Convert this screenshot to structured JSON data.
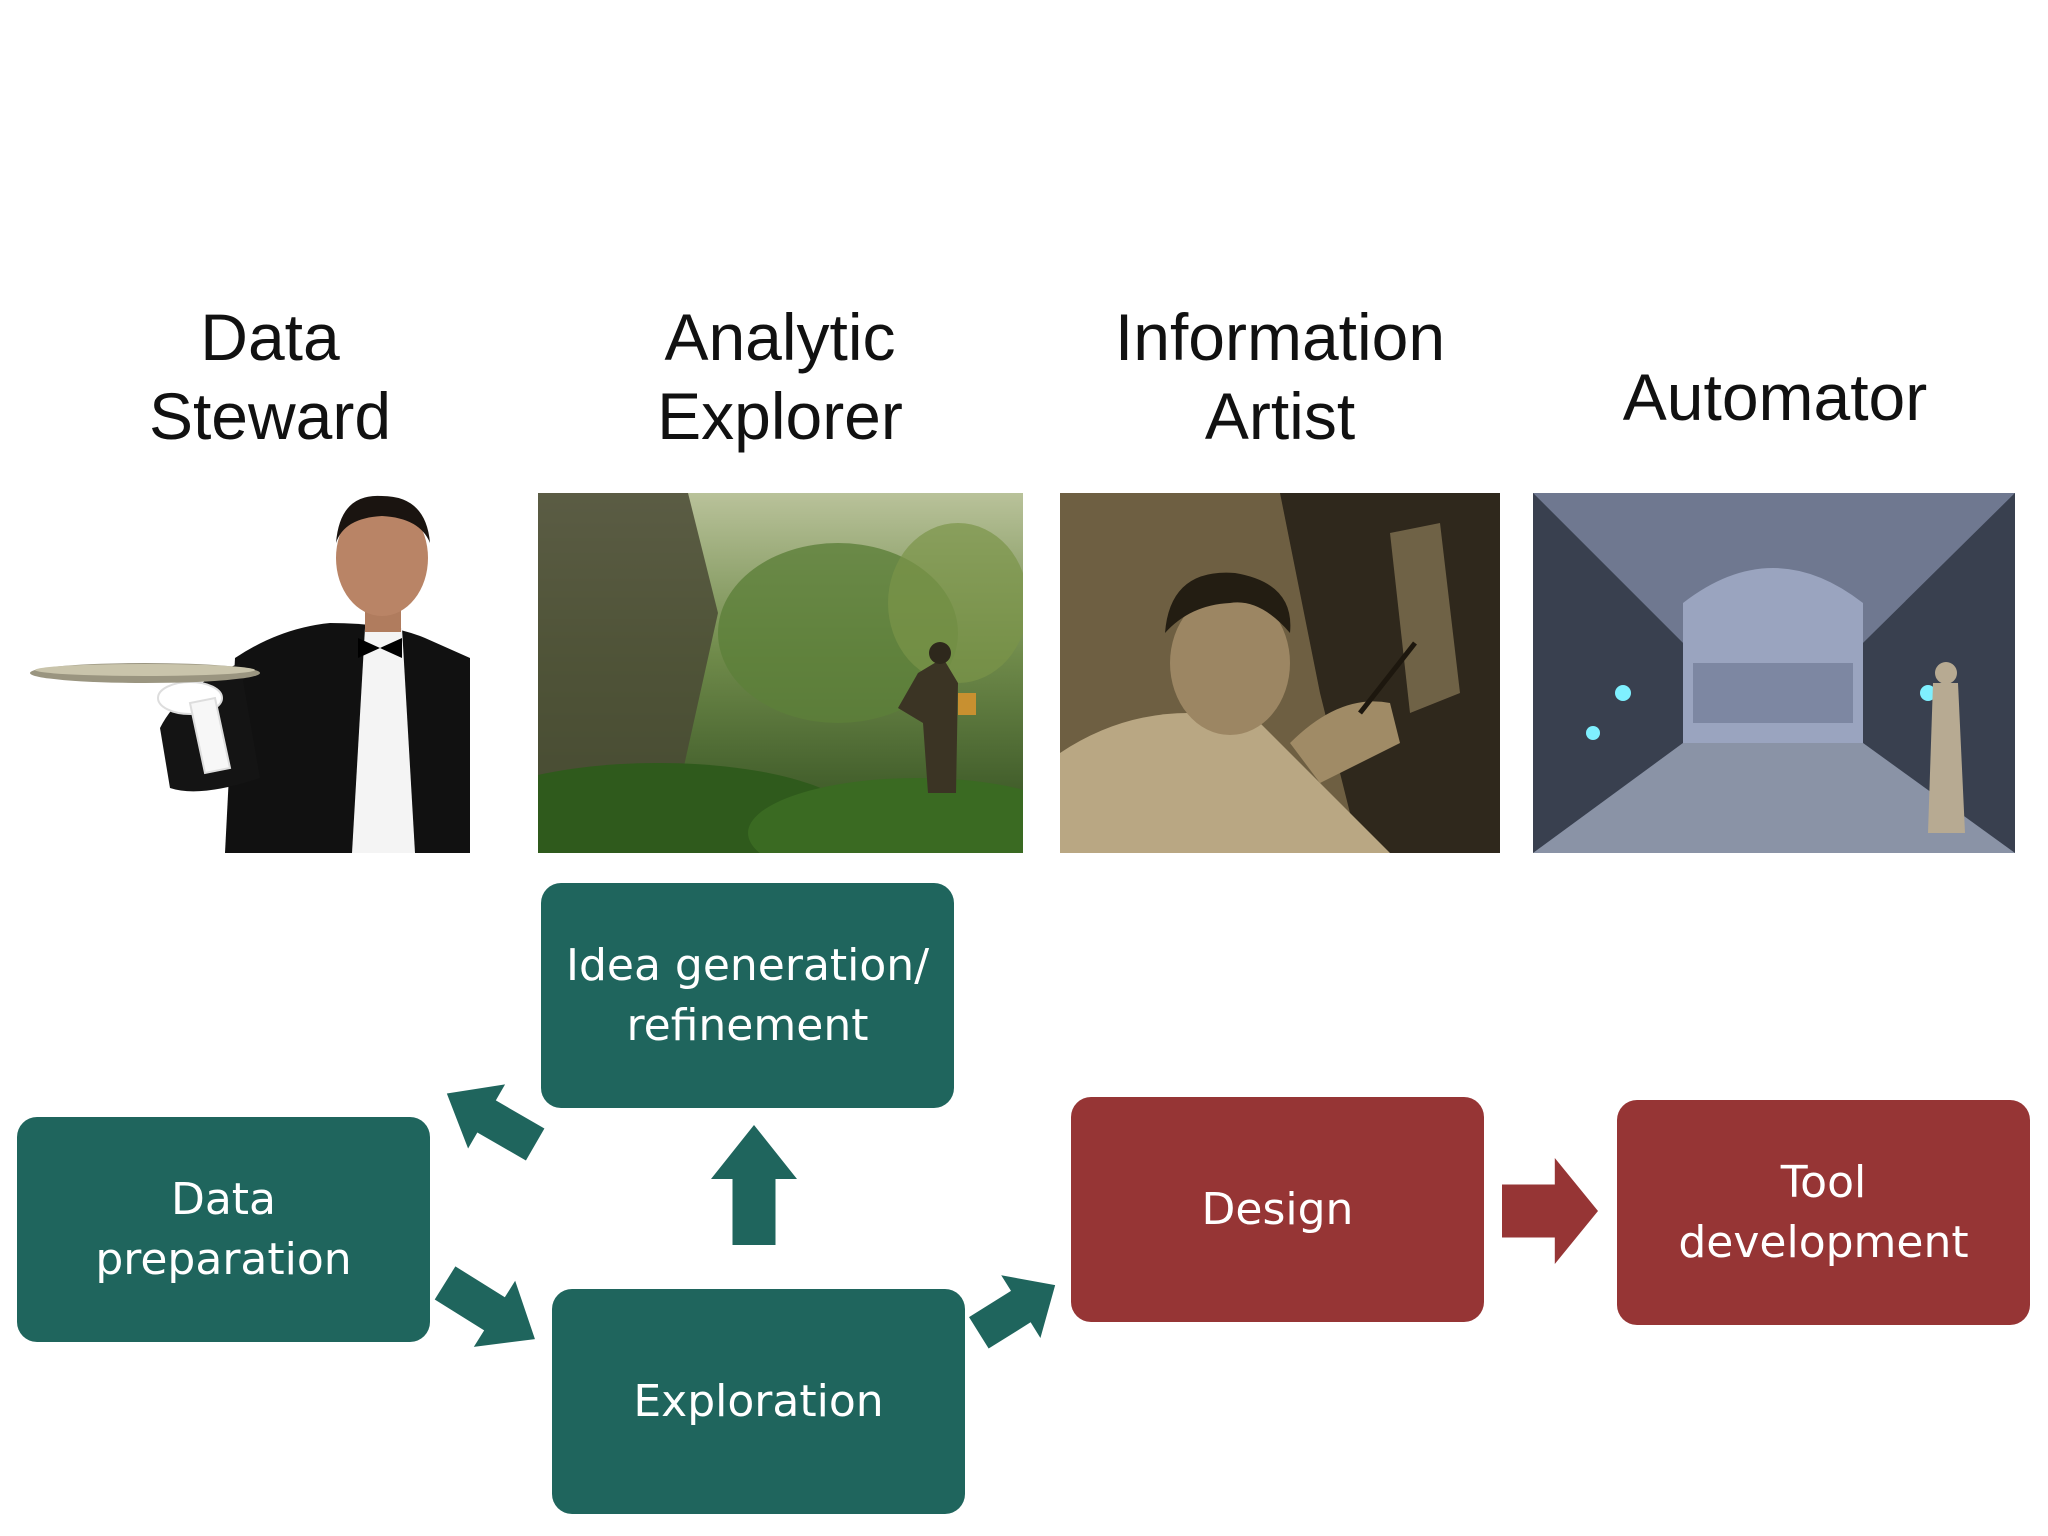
{
  "roles": [
    {
      "title": "Data\nSteward",
      "image": "waiter-with-tray"
    },
    {
      "title": "Analytic\nExplorer",
      "image": "jungle-explorer"
    },
    {
      "title": "Information\nArtist",
      "image": "sepia-painter"
    },
    {
      "title": "Automator",
      "image": "futuristic-factory"
    }
  ],
  "steps": {
    "idea": "Idea generation/\nrefinement",
    "data_prep": "Data\npreparation",
    "exploration": "Exploration",
    "design": "Design",
    "tool_dev": "Tool\ndevelopment"
  },
  "colors": {
    "teal": "#1f655d",
    "red": "#963535",
    "text": "#111111"
  },
  "icons": [
    "arrow-icon"
  ]
}
